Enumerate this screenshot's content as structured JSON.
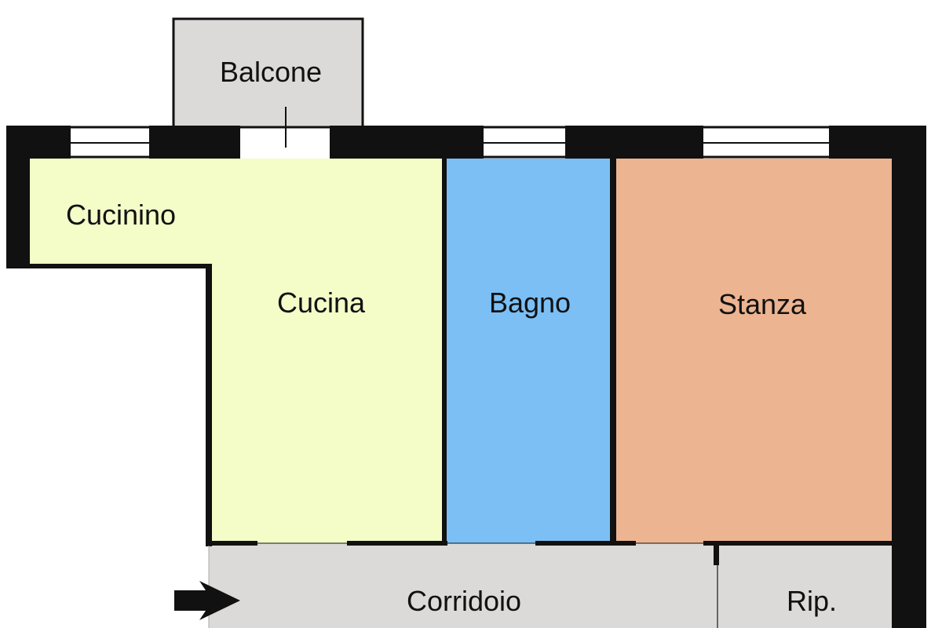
{
  "rooms": {
    "balcone": {
      "label": "Balcone"
    },
    "cucinino": {
      "label": "Cucinino"
    },
    "cucina": {
      "label": "Cucina"
    },
    "bagno": {
      "label": "Bagno"
    },
    "stanza": {
      "label": "Stanza"
    },
    "corridoio": {
      "label": "Corridoio"
    },
    "ripostiglio": {
      "label": "Rip."
    }
  },
  "icons": {
    "entrance": "entrance-arrow-icon"
  },
  "colors": {
    "wall": "#111111",
    "balcone_fill": "#dcd9d9",
    "cucina_fill": "#f4fdc8",
    "bagno_fill": "#7bbff5",
    "stanza_fill": "#ecb491",
    "corridoio_fill": "#dcd9d9",
    "ripostiglio_fill": "#dcd9d9"
  }
}
